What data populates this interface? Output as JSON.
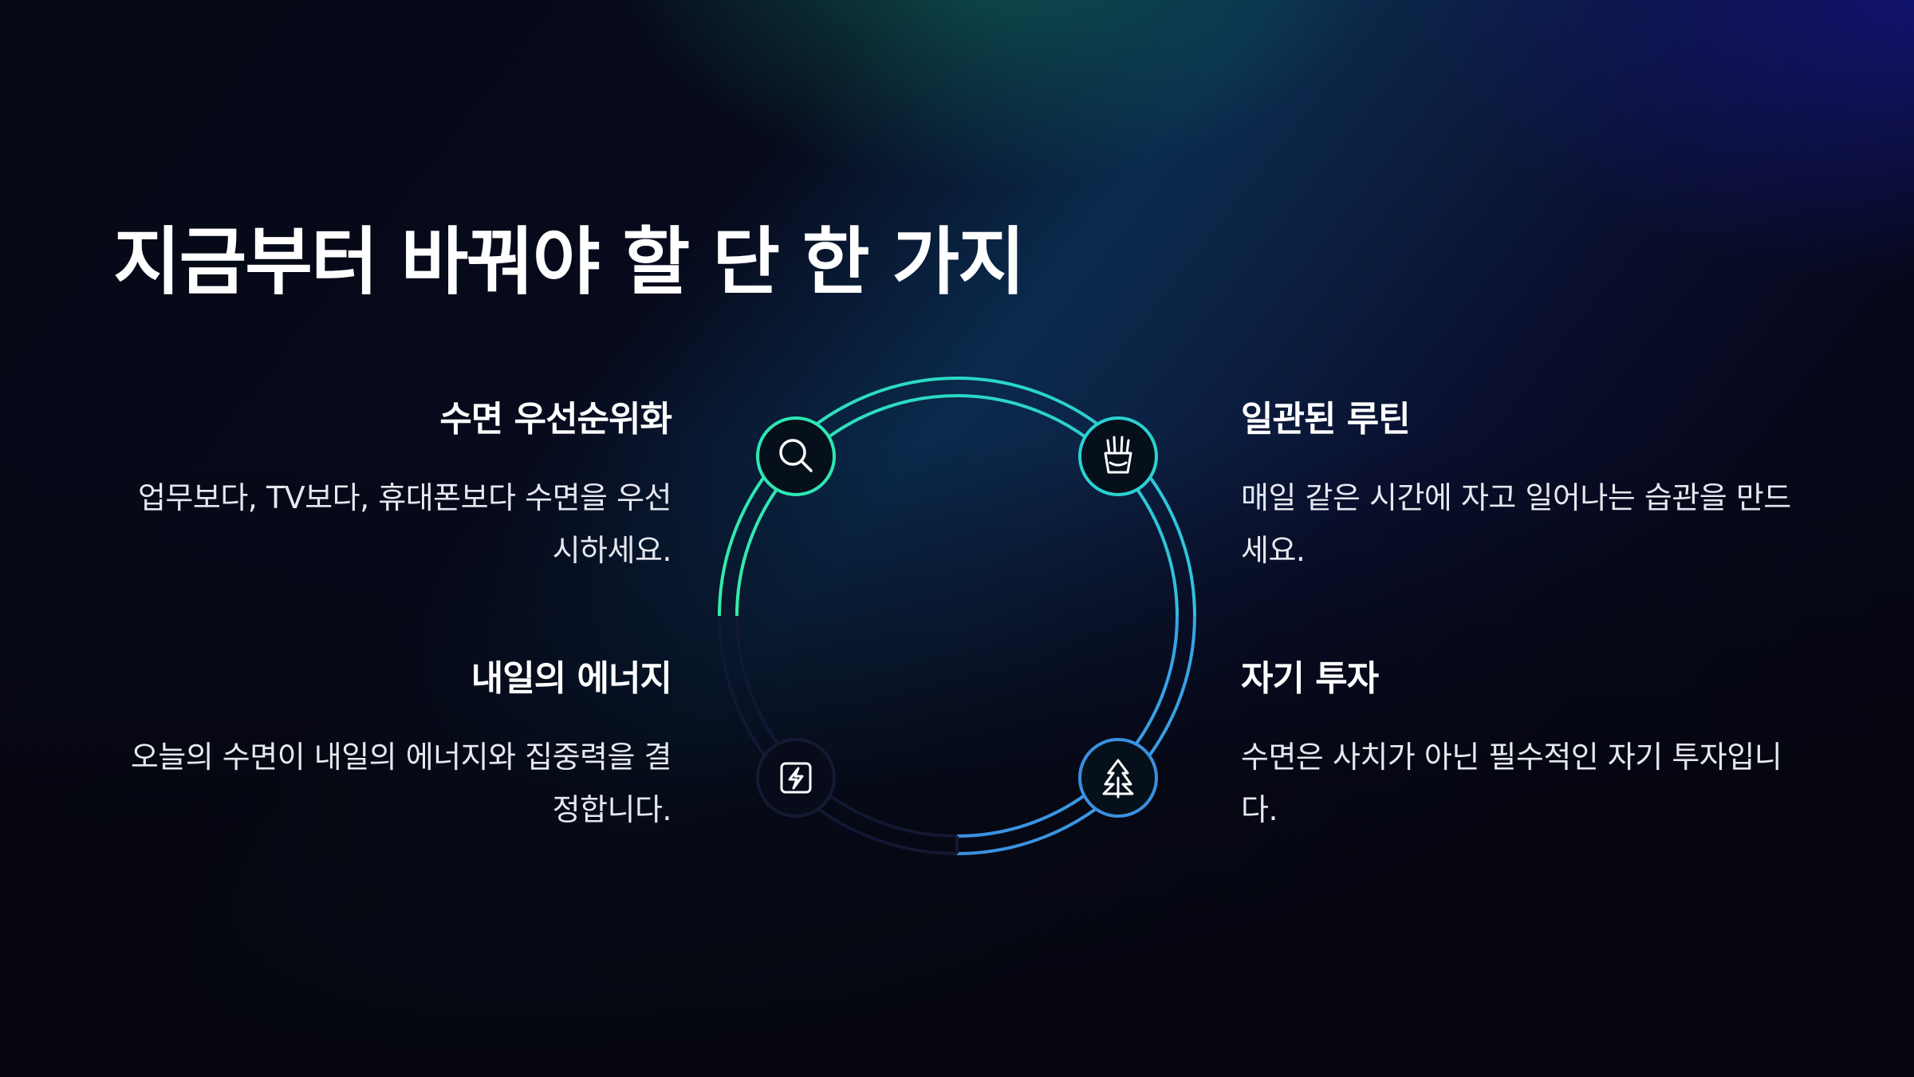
{
  "slide": {
    "title": "지금부터 바꿔야 할 단 한 가지"
  },
  "items": [
    {
      "heading": "수면 우선순위화",
      "body": "업무보다, TV보다, 휴대폰보다 수면을 우선시하세요.",
      "icon": "search-icon",
      "color": "#2ee6b4",
      "active": true
    },
    {
      "heading": "일관된 루틴",
      "body": "매일 같은 시간에 자고 일어나는 습관을 만드세요.",
      "icon": "fries-icon",
      "color": "#2ad2d2",
      "active": true
    },
    {
      "heading": "내일의 에너지",
      "body": "오늘의 수면이 내일의 에너지와 집중력을 결정합니다.",
      "icon": "lightning-icon",
      "color": "#1a2240",
      "active": false
    },
    {
      "heading": "자기 투자",
      "body": "수면은 사치가 아닌 필수적인 자기 투자입니다.",
      "icon": "tree-icon",
      "color": "#3b8fe0",
      "active": true
    }
  ],
  "colors": {
    "background": "#05060f",
    "accent_green": "#2ee6b4",
    "accent_cyan": "#2ad2d2",
    "accent_blue": "#3b8fe0",
    "inactive": "#1a2240"
  }
}
